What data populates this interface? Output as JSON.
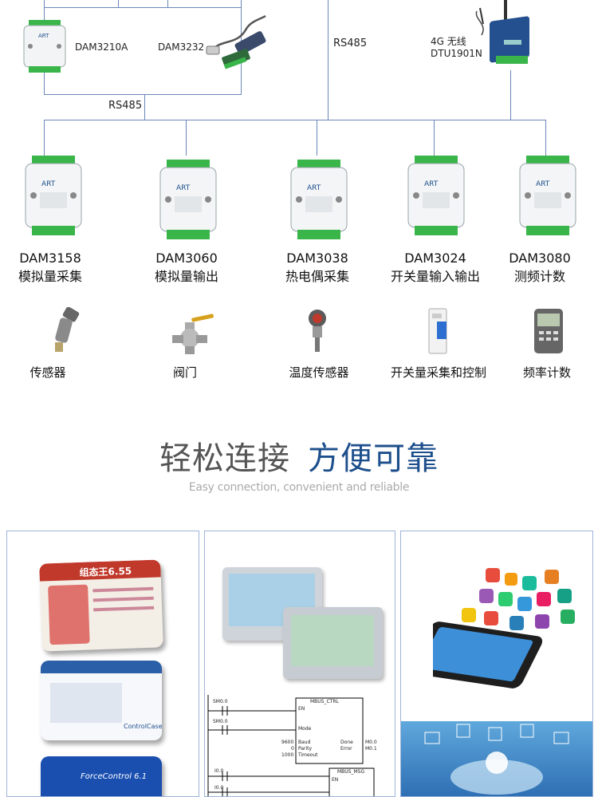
{
  "top_network": {
    "left_modules": [
      {
        "model": "DAM3210A"
      },
      {
        "model": "DAM3232"
      }
    ],
    "bus_label_left": "RS485",
    "bus_label_mid": "RS485",
    "gateway": {
      "line1": "4G  无线",
      "line2": "DTU1901N"
    }
  },
  "modules": [
    {
      "model": "DAM3158",
      "function": "模拟量采集"
    },
    {
      "model": "DAM3060",
      "function": "模拟量输出"
    },
    {
      "model": "DAM3038",
      "function": "热电偶采集"
    },
    {
      "model": "DAM3024",
      "function": "开关量输入输出"
    },
    {
      "model": "DAM3080",
      "function": "测频计数"
    }
  ],
  "devices": [
    {
      "icon": "pressure-sensor-icon",
      "label": "传感器"
    },
    {
      "icon": "valve-icon",
      "label": "阀门"
    },
    {
      "icon": "temperature-sensor-icon",
      "label": "温度传感器"
    },
    {
      "icon": "breaker-icon",
      "label": "开关量采集和控制"
    },
    {
      "icon": "frequency-meter-icon",
      "label": "频率计数"
    }
  ],
  "headline": {
    "part1": "轻松连接",
    "part2": "方便可靠",
    "subtitle": "Easy connection, convenient and reliable"
  },
  "software_cards": {
    "card1": {
      "title": "组态王6.55"
    },
    "card2": {
      "brand": "ControlCase"
    },
    "card3": {
      "title": "ForceControl 6.1"
    }
  },
  "plc_ladder": {
    "contacts": [
      "SM0.0",
      "SM0.0",
      "I0.0",
      "I0.0"
    ],
    "block1": {
      "name": "MBUS_CTRL",
      "en": "EN",
      "mode": "Mode",
      "baud": "Baud",
      "parity": "Parity",
      "timeout": "Timeout",
      "done": "Done",
      "error": "Error",
      "baud_val": "9600",
      "parity_val": "0",
      "timeout_val": "1000",
      "done_out": "M0.0",
      "error_out": "M0.1"
    },
    "block2": {
      "name": "MBUS_MSG",
      "en": "EN"
    }
  },
  "colors": {
    "bus_line": "#6a87b8",
    "headline_blue": "#1d4f8c",
    "headline_gray": "#555555",
    "module_green": "#39b54a"
  }
}
